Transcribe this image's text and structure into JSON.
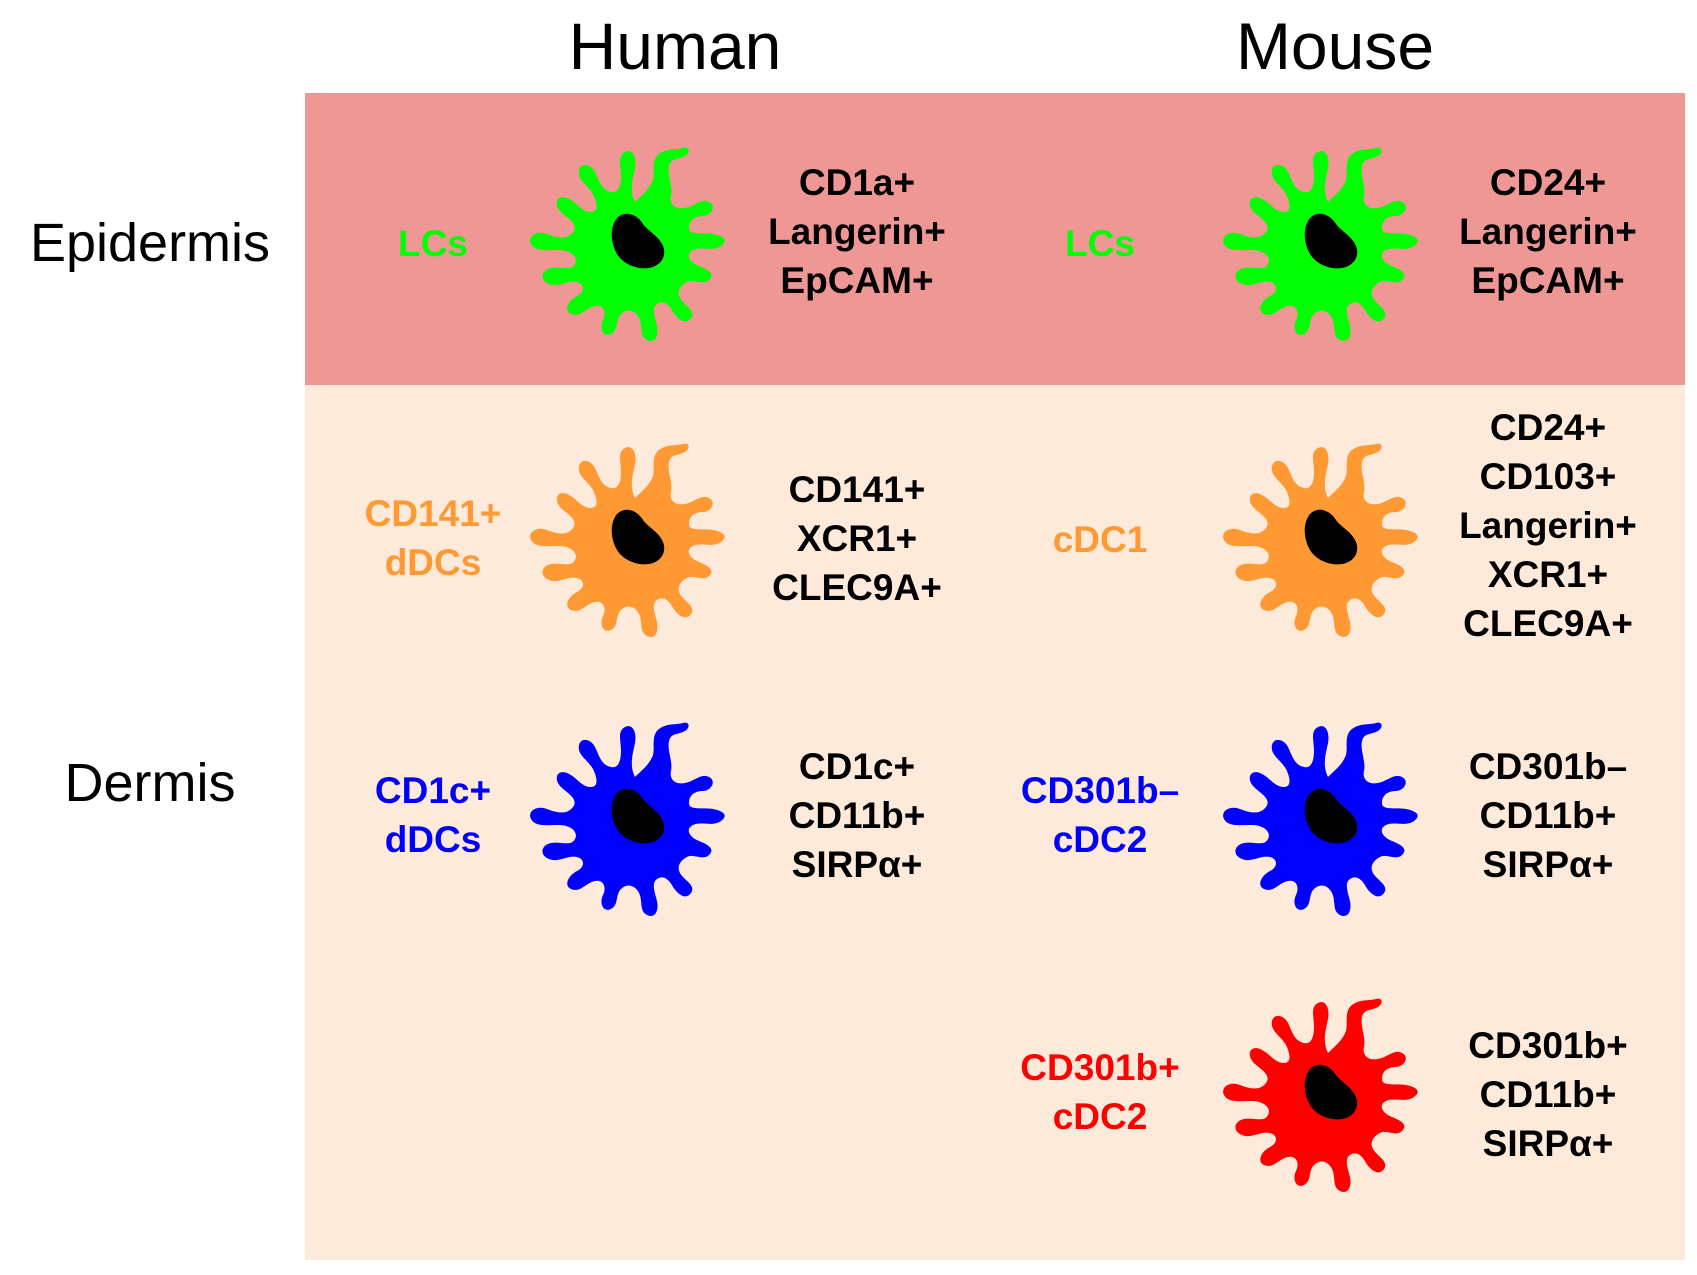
{
  "columns": {
    "human": "Human",
    "mouse": "Mouse"
  },
  "rows": {
    "epidermis": "Epidermis",
    "dermis": "Dermis"
  },
  "colors": {
    "epidermis_band": "#ee9794",
    "dermis_band": "#fdeada",
    "lc": "#00ff00",
    "cdc1": "#ff9933",
    "cdc2_human": "#0000ff",
    "cd301b_neg": "#0000ff",
    "cd301b_pos": "#ff0000",
    "nucleus": "#000000"
  },
  "cells": {
    "human_lc": {
      "name": "LCs",
      "markers": "CD1a+\nLangerin+\nEpCAM+",
      "icon": "dendritic-cell-icon"
    },
    "mouse_lc": {
      "name": "LCs",
      "markers": "CD24+\nLangerin+\nEpCAM+",
      "icon": "dendritic-cell-icon"
    },
    "human_cd141": {
      "name": "CD141+\ndDCs",
      "markers": "CD141+\nXCR1+\nCLEC9A+",
      "icon": "dendritic-cell-icon"
    },
    "mouse_cdc1": {
      "name": "cDC1",
      "markers": "CD24+\nCD103+\nLangerin+\nXCR1+\nCLEC9A+",
      "icon": "dendritic-cell-icon"
    },
    "human_cd1c": {
      "name": "CD1c+\ndDCs",
      "markers": "CD1c+\nCD11b+\nSIRPα+",
      "icon": "dendritic-cell-icon"
    },
    "mouse_cd301b_neg": {
      "name": "CD301b–\ncDC2",
      "markers": "CD301b–\nCD11b+\nSIRPα+",
      "icon": "dendritic-cell-icon"
    },
    "mouse_cd301b_pos": {
      "name": "CD301b+\ncDC2",
      "markers": "CD301b+\nCD11b+\nSIRPα+",
      "icon": "dendritic-cell-icon"
    }
  }
}
